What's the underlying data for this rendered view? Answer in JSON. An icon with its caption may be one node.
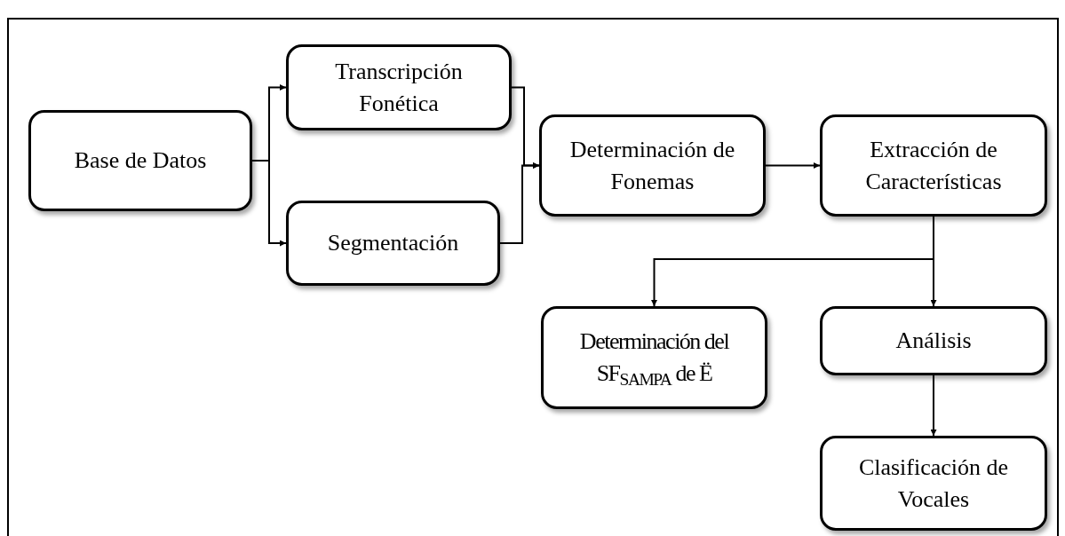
{
  "diagram": {
    "nodes": [
      {
        "text": [
          "Base de Datos"
        ]
      },
      {
        "text": [
          "Transcripción Fonética"
        ]
      },
      {
        "text": [
          "Segmentación"
        ]
      },
      {
        "text": [
          "Determinación de Fonemas"
        ]
      },
      {
        "text": [
          "Extracción de Características"
        ]
      },
      {
        "text": [
          "Determinación del SF$_{SAMPA}$ de Ë"
        ]
      },
      {
        "text": [
          "Análisis"
        ]
      },
      {
        "text": [
          "Clasificación de Vocales"
        ]
      }
    ],
    "edges": [
      {
        "from": 0,
        "to": 1,
        "arrow": "to"
      },
      {
        "from": 0,
        "to": 2,
        "arrow": "to"
      },
      {
        "from": 1,
        "to": 3,
        "arrow": "to"
      },
      {
        "from": 2,
        "to": 3,
        "arrow": "to"
      },
      {
        "from": 3,
        "to": 4,
        "arrow": "to"
      },
      {
        "from": 4,
        "to": 5,
        "arrow": "to"
      },
      {
        "from": 4,
        "to": 6,
        "arrow": "to"
      },
      {
        "from": 6,
        "to": 7,
        "arrow": "to"
      }
    ]
  }
}
